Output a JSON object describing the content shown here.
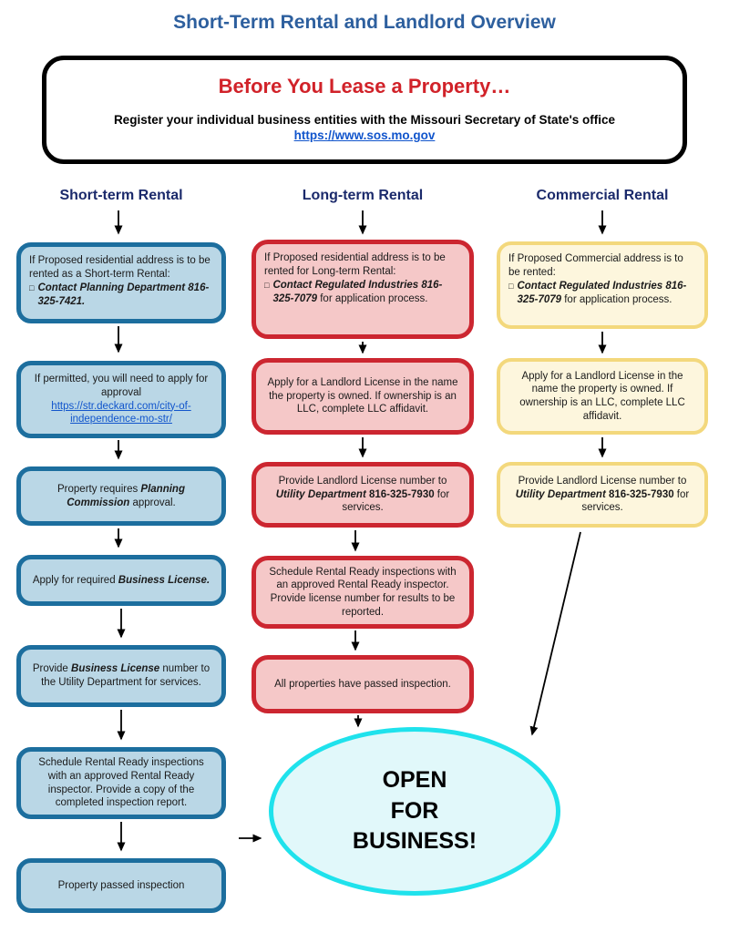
{
  "page": {
    "title": "Short-Term Rental and Landlord Overview"
  },
  "intro": {
    "heading": "Before You Lease a Property…",
    "body": "Register your individual business entities with the Missouri Secretary of State's office",
    "link": "https://www.sos.mo.gov"
  },
  "short": {
    "header": "Short-term Rental",
    "box1": {
      "intro": "If Proposed residential address is to be rented as a Short-term Rental:",
      "bullet": "□",
      "contact": "Contact Planning Department 816-325-7421."
    },
    "box2": {
      "text": "If permitted, you will need to apply for approval",
      "link": "https://str.deckard.com/city-of-independence-mo-str/"
    },
    "box3": {
      "pre": "Property requires ",
      "em": "Planning Commission",
      "post": " approval."
    },
    "box4": {
      "pre": "Apply for required ",
      "em": "Business License."
    },
    "box5": {
      "pre": "Provide ",
      "em": "Business License",
      "post": " number to the Utility Department for services."
    },
    "box6": {
      "text": "Schedule Rental Ready inspections with an approved Rental Ready inspector. Provide a copy of the completed inspection report."
    },
    "box7": {
      "text": "Property passed inspection"
    }
  },
  "long": {
    "header": "Long-term Rental",
    "box1": {
      "intro": "If Proposed residential address is to be rented for Long-term Rental:",
      "bullet": "□",
      "contact": "Contact Regulated Industries 816-325-7079",
      "contact_rest": " for application process."
    },
    "box2": {
      "text": "Apply for a Landlord License in the name the property is owned. If ownership is an LLC, complete LLC affidavit."
    },
    "box3": {
      "pre": "Provide Landlord License number to ",
      "em": "Utility Department",
      "phone": " 816-325-7930",
      "post": " for services."
    },
    "box4": {
      "text": "Schedule Rental Ready inspections with an approved Rental Ready inspector. Provide license number for results to be reported."
    },
    "box5": {
      "text": "All properties have passed inspection."
    }
  },
  "commercial": {
    "header": "Commercial Rental",
    "box1": {
      "intro": "If Proposed Commercial address is to be rented:",
      "bullet": "□",
      "contact": "Contact Regulated Industries 816-325-7079",
      "contact_rest": " for application process."
    },
    "box2": {
      "text": "Apply for a Landlord License in the name the property is owned. If ownership is an LLC, complete LLC affidavit."
    },
    "box3": {
      "pre": "Provide Landlord License number to ",
      "em": "Utility Department",
      "phone": " 816-325-7930",
      "post": " for services."
    }
  },
  "result": {
    "text": "OPEN\nFOR\nBUSINESS!"
  },
  "colors": {
    "title": "#2d5f9e",
    "column_header": "#1b2a6b",
    "intro_heading": "#d12229",
    "link": "#1155cc",
    "short_fill": "#bad7e6",
    "short_border": "#1c6e9e",
    "long_fill": "#f5c8c8",
    "long_border": "#cc2630",
    "commercial_fill": "#fdf6dd",
    "commercial_border": "#f3d87c",
    "ellipse_fill": "#e1f8fa",
    "ellipse_border": "#1fe2ec",
    "arrow": "#000000"
  }
}
